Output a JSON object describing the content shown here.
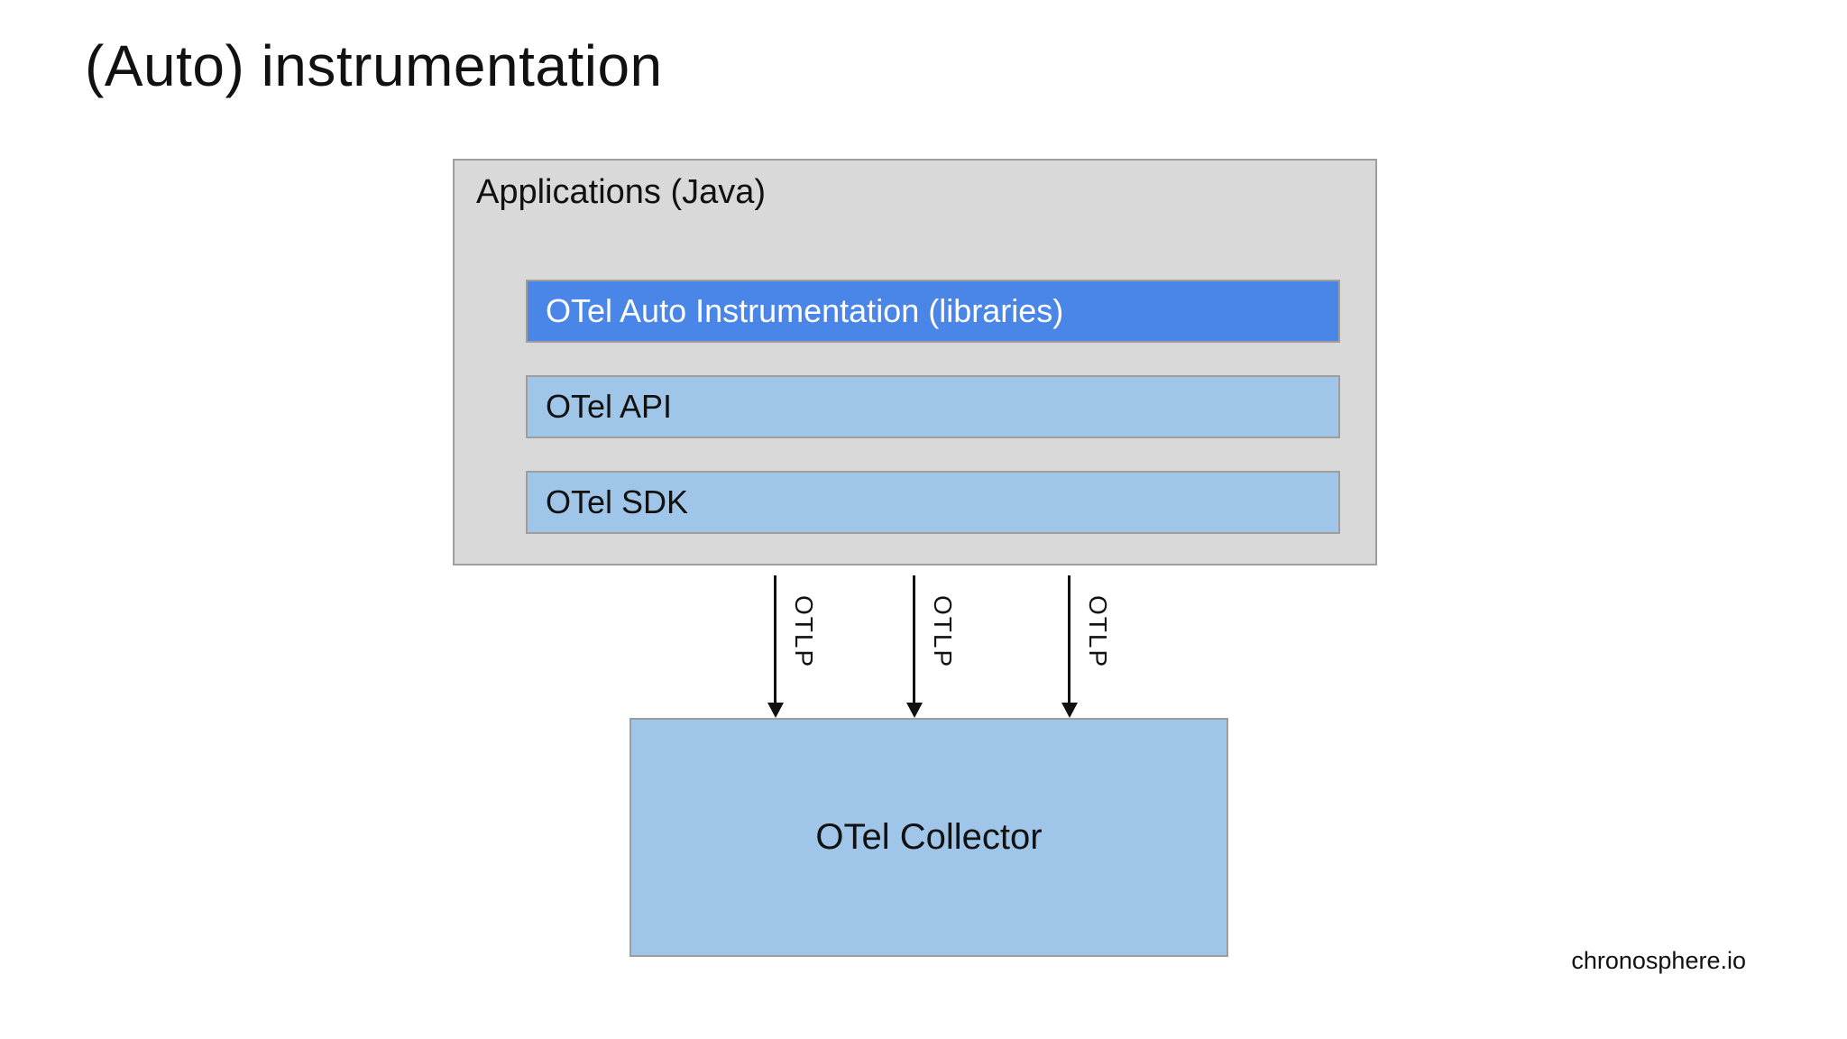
{
  "slide": {
    "title": "(Auto) instrumentation",
    "footer": "chronosphere.io"
  },
  "applications_box": {
    "label": "Applications (Java)",
    "bars": [
      {
        "label": "OTel Auto Instrumentation (libraries)",
        "variant": "primary"
      },
      {
        "label": "OTel API",
        "variant": "light"
      },
      {
        "label": "OTel SDK",
        "variant": "light"
      }
    ]
  },
  "arrows": [
    {
      "label": "OTLP"
    },
    {
      "label": "OTLP"
    },
    {
      "label": "OTLP"
    }
  ],
  "collector": {
    "label": "OTel Collector"
  },
  "colors": {
    "background": "#ffffff",
    "container_gray": "#d9d9d9",
    "border_gray": "#9e9e9e",
    "primary_blue": "#4a86e8",
    "light_blue": "#9fc5e8",
    "text_dark": "#111111",
    "text_light": "#ffffff"
  }
}
